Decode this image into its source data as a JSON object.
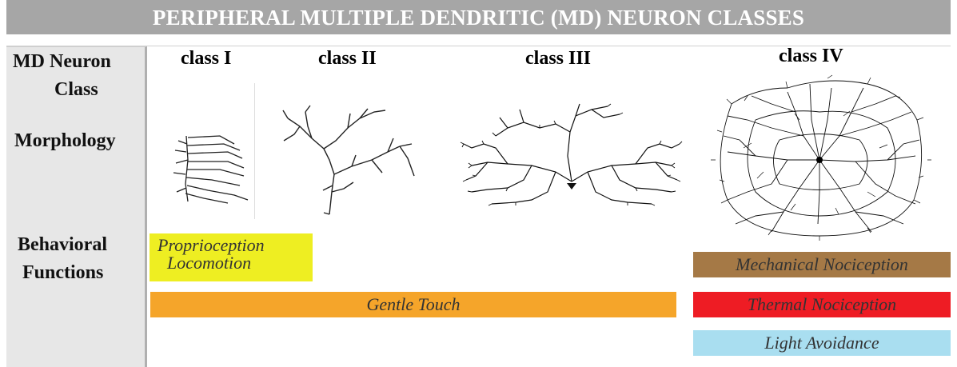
{
  "title": "PERIPHERAL MULTIPLE DENDRITIC (MD) NEURON CLASSES",
  "row_labels": {
    "class_line1": "MD Neuron",
    "class_line2": "Class",
    "morphology": "Morphology",
    "behavior_line1": "Behavioral",
    "behavior_line2": "Functions"
  },
  "classes": [
    "class I",
    "class II",
    "class III",
    "class IV"
  ],
  "functions": {
    "proprioception": "Proprioception",
    "locomotion": "Locomotion",
    "gentle_touch": "Gentle Touch",
    "mechanical": "Mechanical Nociception",
    "thermal": "Thermal Nociception",
    "light": "Light Avoidance"
  },
  "colors": {
    "title_bg": "#a6a6a6",
    "proprioception_bar": "#eeee22",
    "gentle_touch_bar": "#f5a52a",
    "mechanical_bar": "#a57946",
    "thermal_bar": "#ee1c24",
    "light_bar": "#a9def0"
  }
}
